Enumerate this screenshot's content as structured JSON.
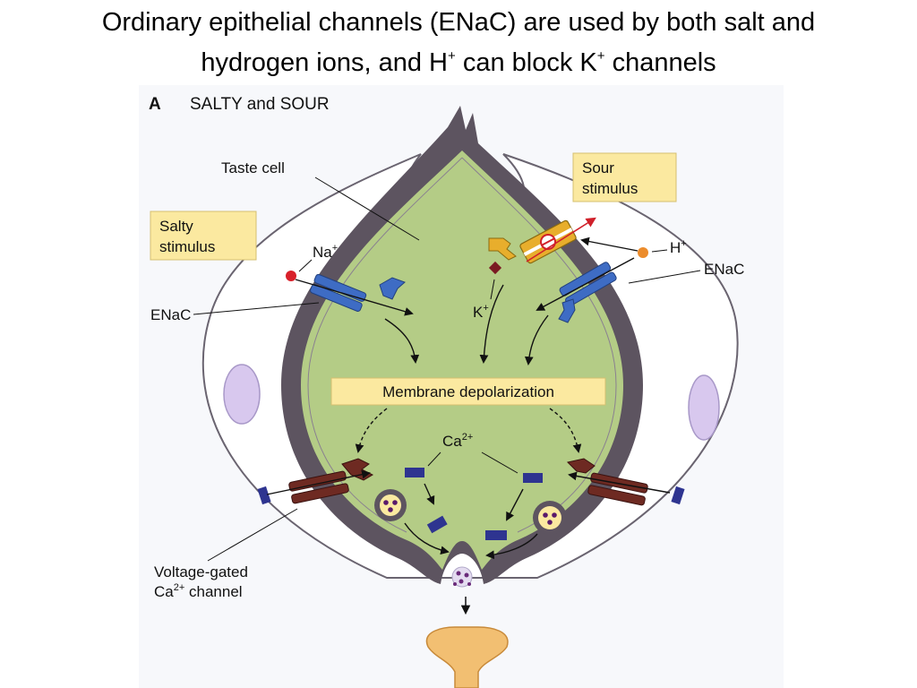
{
  "title": {
    "line1": "Ordinary epithelial channels (ENaC) are used by both salt and",
    "line2_a": "hydrogen ions, and H",
    "line2_sup1": "+",
    "line2_b": " can block K",
    "line2_sup2": "+",
    "line2_c": " channels"
  },
  "figure": {
    "panel_letter": "A",
    "panel_title": "SALTY and SOUR",
    "labels": {
      "taste_cell": "Taste cell",
      "sour_line1": "Sour",
      "sour_line2": "stimulus",
      "salty_line1": "Salty",
      "salty_line2": "stimulus",
      "na": "Na",
      "na_sup": "+",
      "h": "H",
      "h_sup": "+",
      "k": "K",
      "k_sup": "+",
      "enac_left": "ENaC",
      "enac_right": "ENaC",
      "membrane_depolarization": "Membrane depolarization",
      "ca": "Ca",
      "ca_sup": "2+",
      "vg_line1": "Voltage-gated",
      "vg_line2_a": "Ca",
      "vg_line2_sup": "2+",
      "vg_line2_b": " channel"
    },
    "colors": {
      "cytoplasm": "#b4cc86",
      "membrane": "#5d5460",
      "label_box": "#fbe9a0",
      "enac": "#3e6cc4",
      "k_channel": "#e8ae2c",
      "ca_channel": "#6e2a22",
      "ca_ion": "#2e3490",
      "na_ion": "#d8202a",
      "h_ion": "#ec8c2c",
      "nerve": "#f2bf72",
      "nucleus": "#d8c8ee"
    }
  }
}
